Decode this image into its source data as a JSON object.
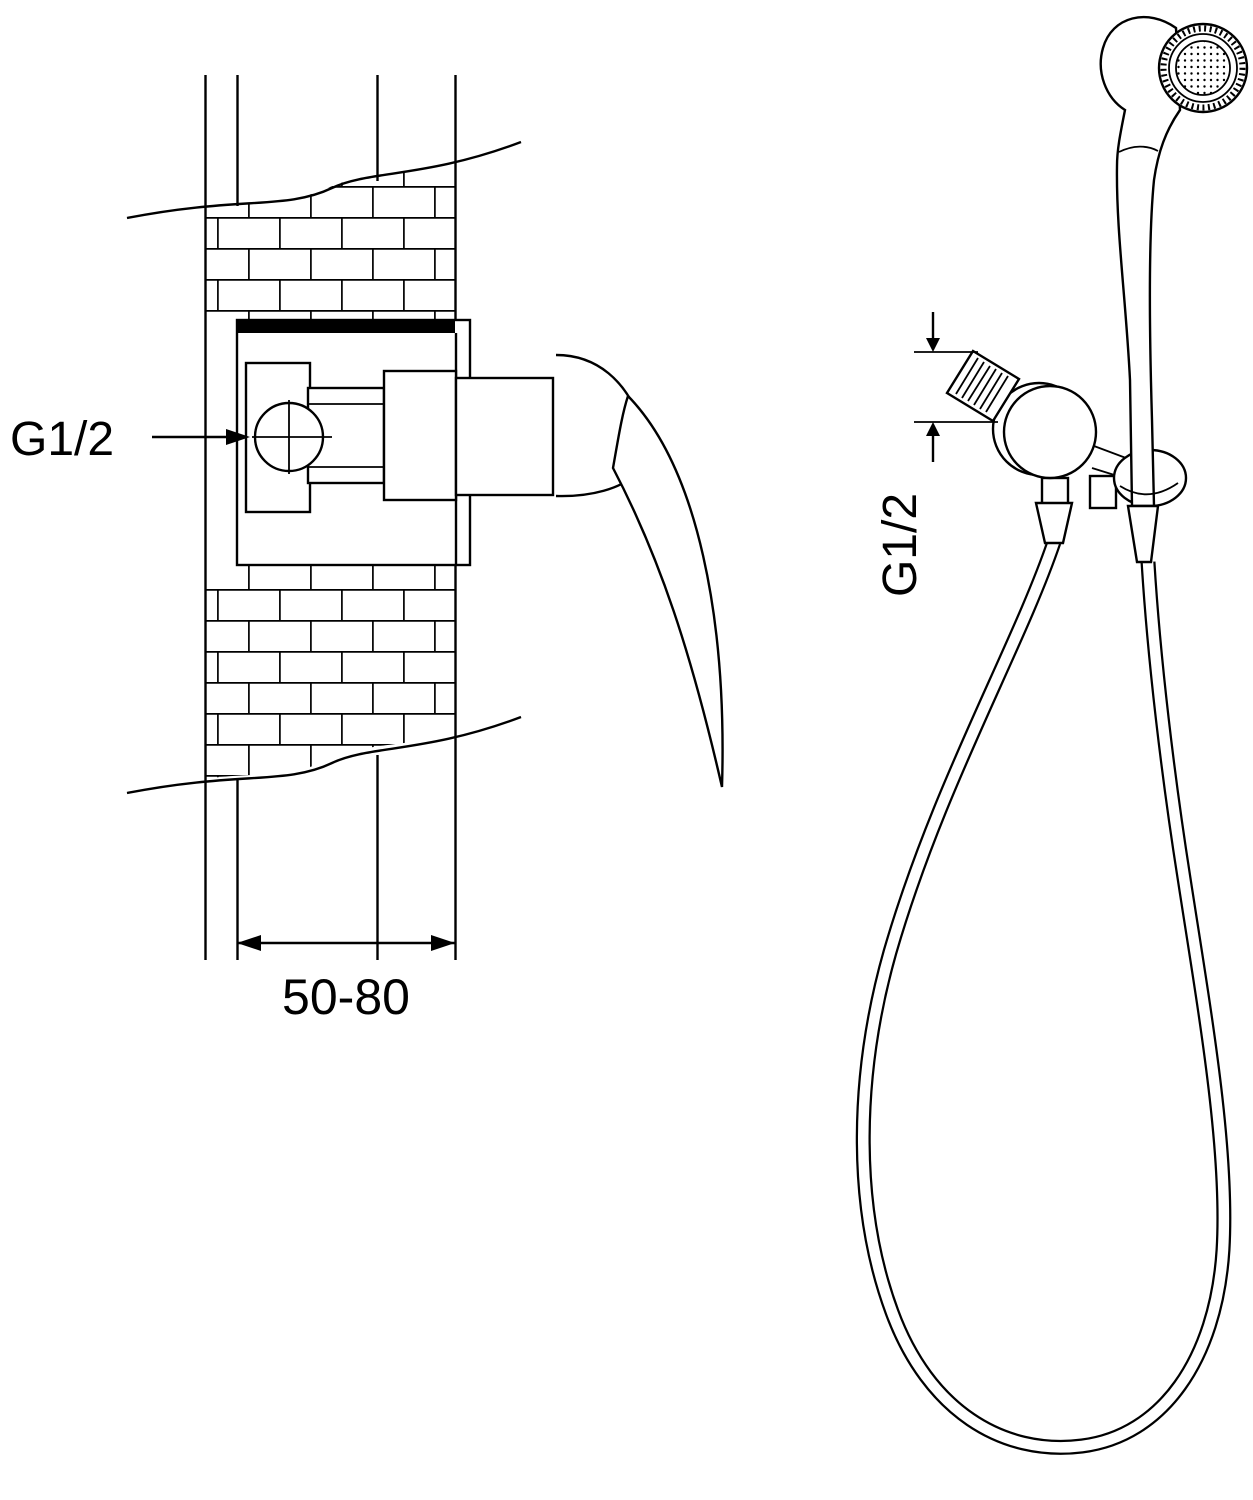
{
  "diagram": {
    "labels": {
      "left_thread": "G1/2",
      "right_thread": "G1/2",
      "wall_depth_range": "50-80"
    },
    "colors": {
      "line": "#000000",
      "background": "#ffffff"
    }
  }
}
